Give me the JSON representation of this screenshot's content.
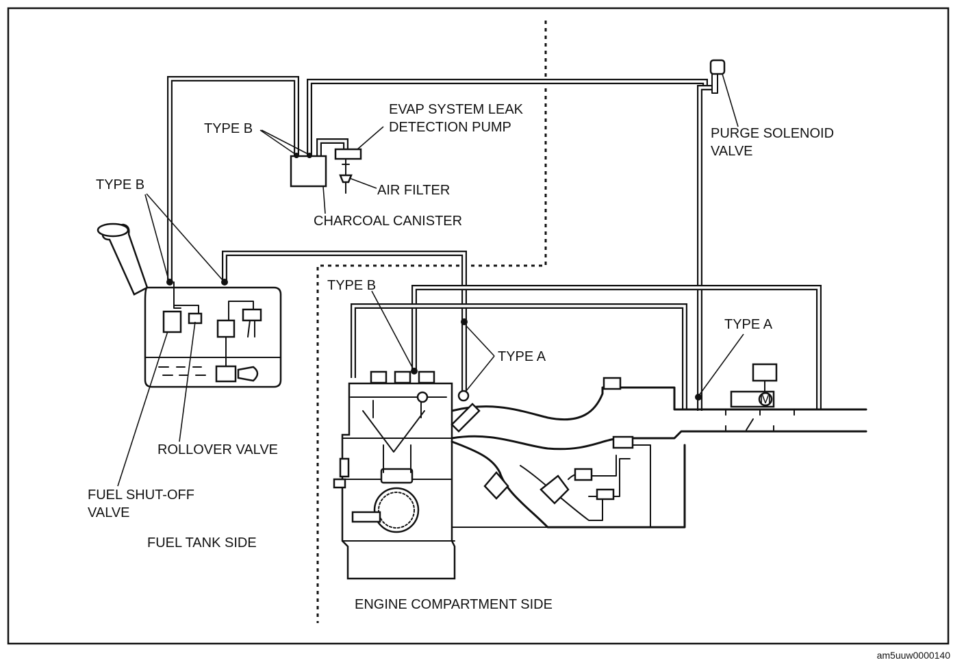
{
  "labels": {
    "evap_pump_line1": "EVAP SYSTEM LEAK",
    "evap_pump_line2": "DETECTION PUMP",
    "type_b_top": "TYPE B",
    "type_b_left": "TYPE B",
    "type_b_engine": "TYPE B",
    "air_filter": "AIR FILTER",
    "charcoal_canister": "CHARCOAL CANISTER",
    "purge_valve_line1": "PURGE SOLENOID",
    "purge_valve_line2": "VALVE",
    "type_a_right": "TYPE A",
    "type_a_engine": "TYPE A",
    "rollover_valve": "ROLLOVER VALVE",
    "fuel_shutoff_line1": "FUEL SHUT-OFF",
    "fuel_shutoff_line2": "VALVE",
    "fuel_tank_side": "FUEL TANK SIDE",
    "engine_compartment_side": "ENGINE COMPARTMENT SIDE",
    "motor_symbol": "M"
  },
  "reference_code": "am5uuw0000140"
}
